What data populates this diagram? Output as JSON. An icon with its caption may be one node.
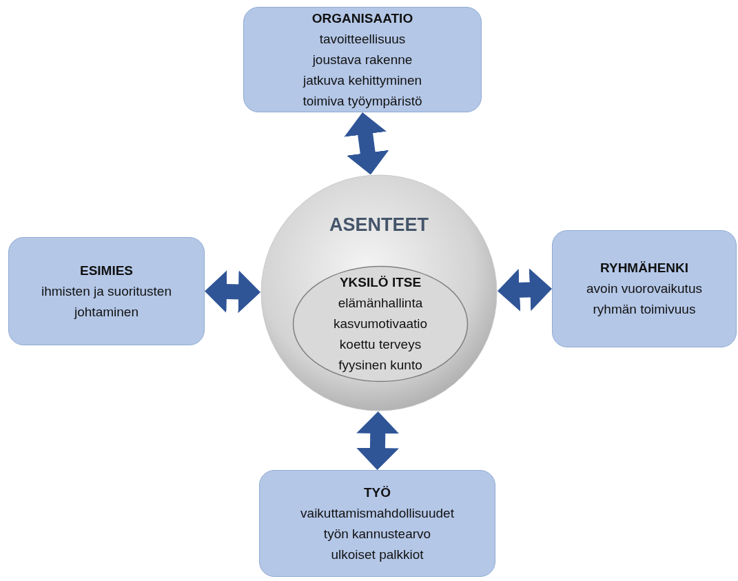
{
  "diagram": {
    "nodes": [
      {
        "text": [
          "ORGANISAATIO",
          "tavoitteellisuus",
          "joustava rakenne",
          "jatkuva kehittyminen",
          "toimiva työympäristö"
        ]
      },
      {
        "text": [
          "ASENTEET"
        ]
      },
      {
        "text": [
          "YKSILÖ ITSE",
          "elämänhallinta",
          "kasvumotivaatio",
          "koettu terveys",
          "fyysinen kunto"
        ],
        "in": 1
      },
      {
        "text": [
          "ESIMIES",
          "ihmisten ja suoritusten johtaminen"
        ]
      },
      {
        "text": [
          "RYHMÄHENKI",
          "avoin vuorovaikutus",
          "ryhmän toimivuus"
        ]
      },
      {
        "text": [
          "TYÖ",
          "vaikuttamismahdollisuudet",
          "työn kannustearvo",
          "ulkoiset palkkiot"
        ]
      }
    ],
    "edges": [
      {
        "from": 0,
        "to": 1,
        "arrow": "both"
      },
      {
        "from": 3,
        "to": 1,
        "arrow": "both"
      },
      {
        "from": 4,
        "to": 1,
        "arrow": "both"
      },
      {
        "from": 5,
        "to": 1,
        "arrow": "both"
      }
    ]
  }
}
